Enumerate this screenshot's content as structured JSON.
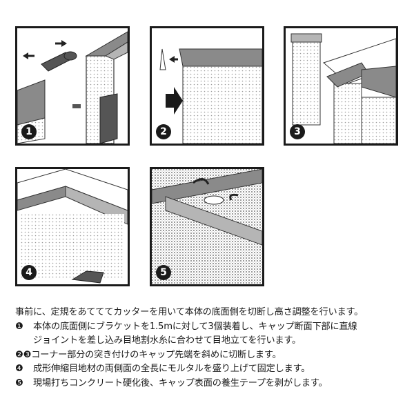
{
  "panels": [
    {
      "number": "1"
    },
    {
      "number": "2"
    },
    {
      "number": "3"
    },
    {
      "number": "4"
    },
    {
      "number": "5"
    }
  ],
  "instructions": {
    "intro": "事前に、定規をあてててカッターを用いて本体の底面側を切断し高さ調整を行います。",
    "steps": [
      {
        "mark": "❶",
        "text": "本体の底面側にブラケットを1.5mに対して3個装着し、キャップ断面下部に直線",
        "text2": "ジョイントを差し込み目地割水糸に合わせて目地立てを行います。"
      },
      {
        "mark": "❷❸",
        "text": "コーナー部分の突き付けのキャップ先端を斜めに切断します。"
      },
      {
        "mark": "❹",
        "text": "成形伸縮目地材の両側面の全長にモルタルを盛り上げて固定します。"
      },
      {
        "mark": "❺",
        "text": "現場打ちコンクリート硬化後、キャップ表面の養生テープを剥がします。"
      }
    ]
  }
}
